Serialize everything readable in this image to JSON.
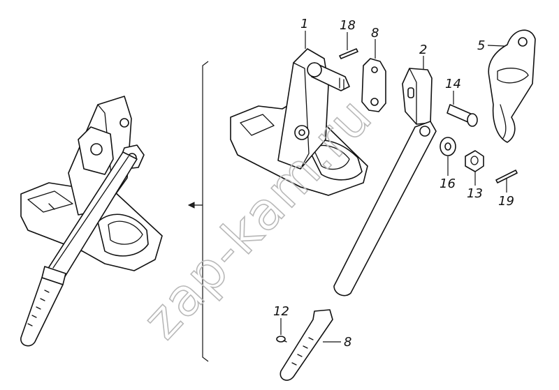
{
  "watermark": "zap-kam.ru",
  "corner_code": "",
  "callouts": [
    {
      "id": "callout-1",
      "text": "1"
    },
    {
      "id": "callout-18",
      "text": "18"
    },
    {
      "id": "callout-8-top",
      "text": "8"
    },
    {
      "id": "callout-2",
      "text": "2"
    },
    {
      "id": "callout-5",
      "text": "5"
    },
    {
      "id": "callout-14",
      "text": "14"
    },
    {
      "id": "callout-16",
      "text": "16"
    },
    {
      "id": "callout-13",
      "text": "13"
    },
    {
      "id": "callout-19",
      "text": "19"
    },
    {
      "id": "callout-12",
      "text": "12"
    },
    {
      "id": "callout-8-bottom",
      "text": "8"
    }
  ]
}
